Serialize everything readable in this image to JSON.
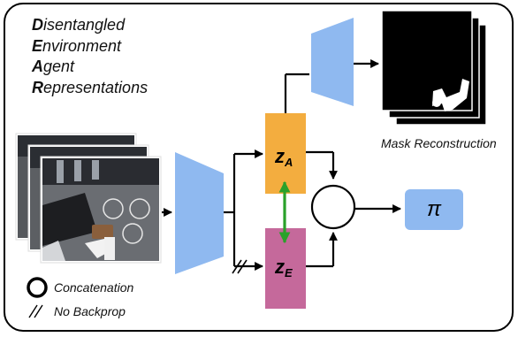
{
  "title": {
    "lines": [
      {
        "initial": "D",
        "rest": "isentangled"
      },
      {
        "initial": "E",
        "rest": "nvironment"
      },
      {
        "initial": "A",
        "rest": "gent"
      },
      {
        "initial": "R",
        "rest": "epresentations"
      }
    ]
  },
  "nodes": {
    "z_agent": {
      "symbol": "z",
      "subscript": "A",
      "color": "#f3ad3f"
    },
    "z_env": {
      "symbol": "z",
      "subscript": "E",
      "color": "#c5699b"
    },
    "policy": {
      "symbol": "π",
      "color": "#8fb9f0"
    }
  },
  "labels": {
    "mask_reconstruction": "Mask Reconstruction"
  },
  "legend": {
    "concatenation": "Concatenation",
    "no_backprop": "No Backprop"
  },
  "colors": {
    "encoder": "#8fb9f0",
    "bidirectional_arrow": "#2aa12a"
  }
}
